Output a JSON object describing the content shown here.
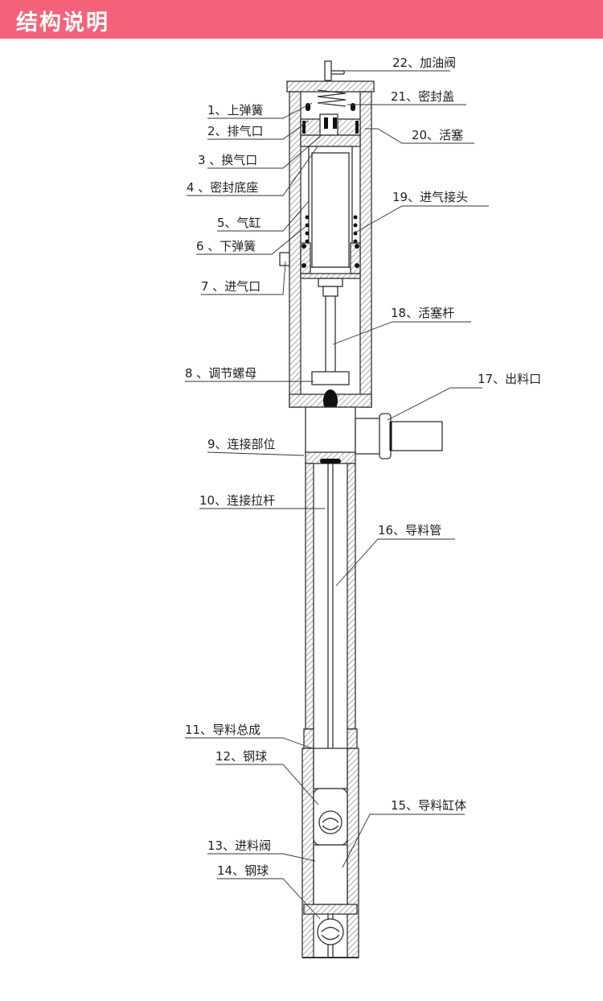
{
  "header": {
    "title": "结构说明"
  },
  "colors": {
    "banner": "#f4627a",
    "line": "#333333",
    "hatch": "#b8b8b8"
  },
  "labels_left": [
    {
      "id": "1",
      "text": "1、上弹簧"
    },
    {
      "id": "2",
      "text": "2、排气口"
    },
    {
      "id": "3",
      "text": "3 、换气口"
    },
    {
      "id": "4",
      "text": "4 、密封底座"
    },
    {
      "id": "5",
      "text": "5、气缸"
    },
    {
      "id": "6",
      "text": "6 、下弹簧"
    },
    {
      "id": "7",
      "text": "7 、进气口"
    },
    {
      "id": "8",
      "text": "8 、调节螺母"
    },
    {
      "id": "9",
      "text": "9、连接部位"
    },
    {
      "id": "10",
      "text": "10、连接拉杆"
    },
    {
      "id": "11",
      "text": "11、导料总成"
    },
    {
      "id": "12",
      "text": "12、钢球"
    },
    {
      "id": "13",
      "text": "13、进料阀"
    },
    {
      "id": "14",
      "text": "14、钢球"
    }
  ],
  "labels_right": [
    {
      "id": "22",
      "text": "22、加油阀"
    },
    {
      "id": "21",
      "text": "21、密封盖"
    },
    {
      "id": "20",
      "text": "20、活塞"
    },
    {
      "id": "19",
      "text": "19、进气接头"
    },
    {
      "id": "18",
      "text": "18、活塞杆"
    },
    {
      "id": "17",
      "text": "17、出料口"
    },
    {
      "id": "16",
      "text": "16、导料管"
    },
    {
      "id": "15",
      "text": "15、导料缸体"
    }
  ]
}
